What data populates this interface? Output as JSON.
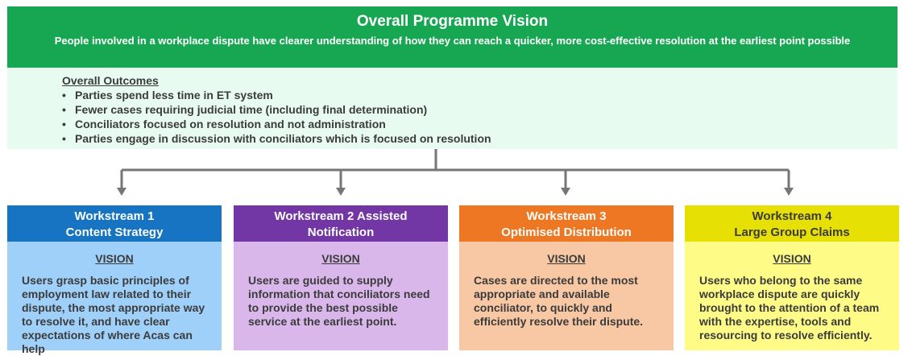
{
  "vision": {
    "title": "Overall Programme Vision",
    "subtitle": "People involved in a workplace dispute have clearer understanding of how they can reach a quicker, more cost-effective resolution at the earliest point possible"
  },
  "outcomes": {
    "heading": "Overall Outcomes",
    "items": [
      "Parties spend less time in ET system",
      "Fewer cases requiring judicial time (including final determination)",
      "Conciliators focused on resolution and not administration",
      "Parties engage in discussion with conciliators which is focused on resolution"
    ]
  },
  "workstreams": [
    {
      "title_line1": "Workstream 1",
      "title_line2": "Content Strategy",
      "vision_label": "VISION",
      "text": "Users grasp basic principles of employment law related to their dispute, the most appropriate way to resolve it, and have clear expectations of where Acas can help"
    },
    {
      "title_line1": "Workstream 2 Assisted",
      "title_line2": "Notification",
      "vision_label": "VISION",
      "text": "Users are guided to supply information that conciliators need to provide the best possible service at the earliest point."
    },
    {
      "title_line1": "Workstream 3",
      "title_line2": "Optimised Distribution",
      "vision_label": "VISION",
      "text": "Cases are directed to the most appropriate and available conciliator, to quickly and efficiently resolve their dispute."
    },
    {
      "title_line1": "Workstream 4",
      "title_line2": "Large Group Claims",
      "vision_label": "VISION",
      "text": "Users who belong to the same workplace dispute are quickly brought to the attention of a team with the expertise, tools and resourcing to resolve efficiently."
    }
  ],
  "colors": {
    "vision_green": "#17a652",
    "outcomes_bg": "#e8fbf1",
    "connector_grey": "#767676",
    "ws1_head": "#1674c2",
    "ws1_body": "#9fd0f9",
    "ws2_head": "#7236a5",
    "ws2_body": "#d9b7ea",
    "ws3_head": "#ed7723",
    "ws3_body": "#f8c7a3",
    "ws4_head": "#e6e004",
    "ws4_body": "#fefc86"
  }
}
